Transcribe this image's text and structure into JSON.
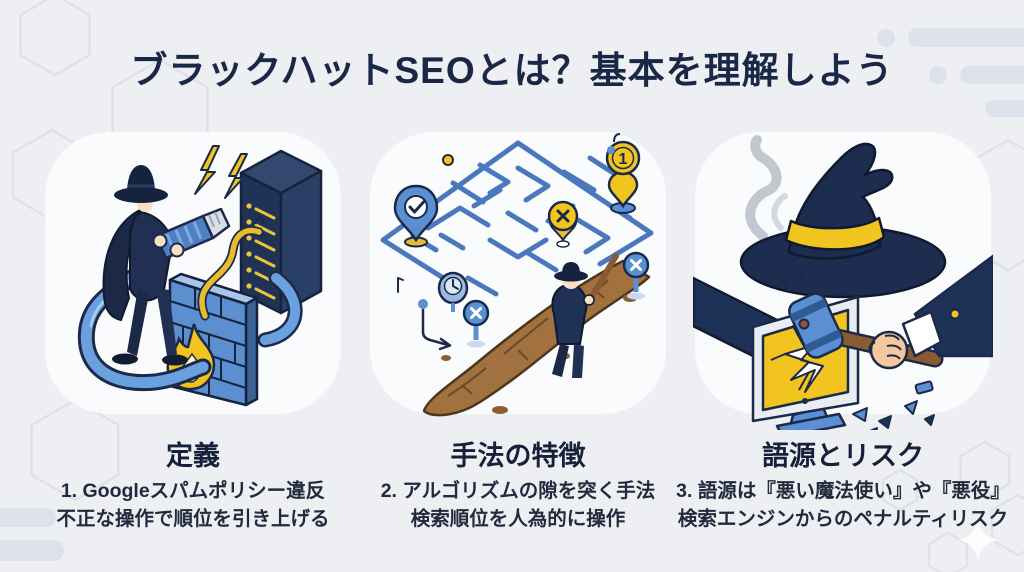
{
  "page": {
    "title": "ブラックハットSEOとは？基本を理解しよう"
  },
  "sections": [
    {
      "id": "definition",
      "heading": "定義",
      "lines": [
        "1. Googleスパムポリシー違反",
        "不正な操作で順位を引き上げる"
      ],
      "illustration": "hacker-cable-server-firewall"
    },
    {
      "id": "method-features",
      "heading": "手法の特徴",
      "lines": [
        "2. アルゴリズムの隙を突く手法",
        "検索順位を人為的に操作"
      ],
      "illustration": "maze-shortcut-digging"
    },
    {
      "id": "etymology-risk",
      "heading": "語源とリスク",
      "lines": [
        "3. 語源は『悪い魔法使い』や『悪役』",
        "検索エンジンからのペナルティリスク"
      ],
      "illustration": "witch-hat-gavel-broken-monitor"
    }
  ],
  "illustrations": {
    "maze_pin_label": "1"
  },
  "colors": {
    "background": "#edeff3",
    "title_text": "#1a2746",
    "body_text": "#222a3e",
    "navy": "#1c2a4a",
    "mid_blue": "#5b8fd4",
    "yellow": "#f2c41f",
    "brown": "#a1713f",
    "decor_pill": "#dde1ec",
    "hexagon_outline": "#dfe2e9"
  }
}
